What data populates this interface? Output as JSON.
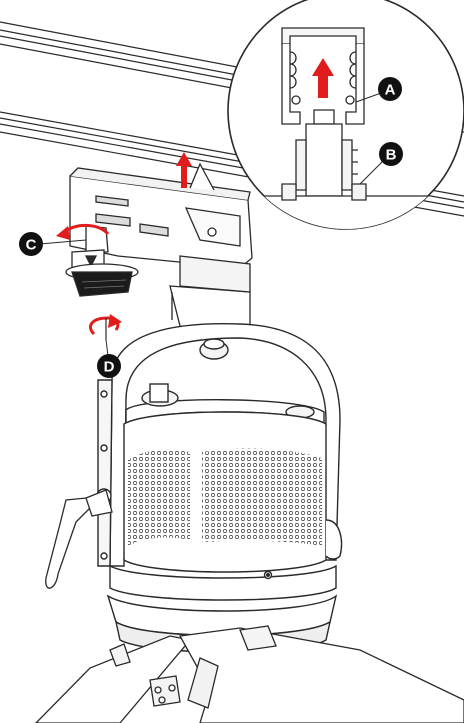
{
  "callouts": [
    {
      "id": "A",
      "label": "A"
    },
    {
      "id": "B",
      "label": "B"
    },
    {
      "id": "C",
      "label": "C"
    },
    {
      "id": "D",
      "label": "D"
    }
  ],
  "colors": {
    "line": "#2a2a2a",
    "accent_arrow": "#e01c1c",
    "callout_fill": "#111111",
    "background": "#ffffff"
  }
}
